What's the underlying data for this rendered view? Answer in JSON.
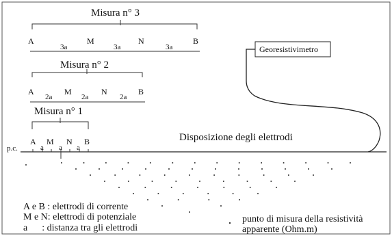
{
  "measure3": {
    "title": "Misura n° 3",
    "labels": {
      "a": "A",
      "s1": "3a",
      "m": "M",
      "s2": "3a",
      "n": "N",
      "s3": "3a",
      "b": "B"
    }
  },
  "measure2": {
    "title": "Misura n° 2",
    "labels": {
      "a": "A",
      "s1": "2a",
      "m": "M",
      "s2": "2a",
      "n": "N",
      "s3": "2a",
      "b": "B"
    }
  },
  "measure1": {
    "title": "Misura n° 1",
    "labels": {
      "a": "A",
      "s1": "a",
      "m": "M",
      "s2": "a",
      "n": "N",
      "s3": "a",
      "b": "B"
    }
  },
  "ground_label": "p.c.",
  "layout_title": "Disposizione degli elettrodi",
  "instrument_label": "Georesistivimetro",
  "legend": {
    "line1": "A e B : elettrodi di corrente",
    "line2": "M e N: elettrodi di potenziale",
    "line3": "a      : distanza tra gli elettrodi",
    "point_line1": "punto di misura della resistività",
    "point_line2": "apparente (Ohm.m)"
  }
}
